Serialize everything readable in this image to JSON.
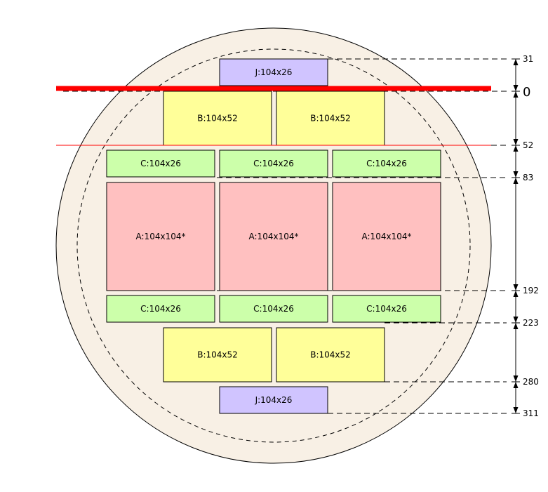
{
  "colors": {
    "wafer_fill": "#f8f0e5",
    "A": "#ffc0c0",
    "B": "#ffff99",
    "C": "#ccffaa",
    "J": "#d0c4ff",
    "cut_line": "#ff0000"
  },
  "rows": [
    {
      "label": "J:104x26",
      "cells": 1,
      "type": "J"
    },
    {
      "label": "B:104x52",
      "cells": 2,
      "type": "B"
    },
    {
      "label": "C:104x26",
      "cells": 3,
      "type": "C"
    },
    {
      "label": "A:104x104*",
      "cells": 3,
      "type": "A"
    },
    {
      "label": "C:104x26",
      "cells": 3,
      "type": "C"
    },
    {
      "label": "B:104x52",
      "cells": 2,
      "type": "B"
    },
    {
      "label": "J:104x26",
      "cells": 1,
      "type": "J"
    }
  ],
  "dimensions": [
    {
      "value": "31",
      "role": "top-edge"
    },
    {
      "value": "0",
      "role": "cut-thick"
    },
    {
      "value": "52",
      "role": "cut-thin"
    },
    {
      "value": "83",
      "role": "boundary"
    },
    {
      "value": "192",
      "role": "boundary"
    },
    {
      "value": "223",
      "role": "boundary"
    },
    {
      "value": "280",
      "role": "boundary"
    },
    {
      "value": "311",
      "role": "bottom-edge"
    }
  ]
}
